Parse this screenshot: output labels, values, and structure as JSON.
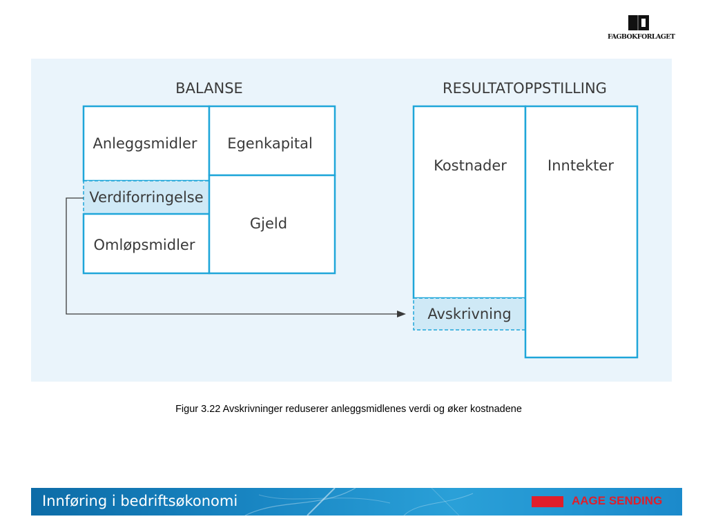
{
  "publisher_logo": {
    "name": "FAGBOKFORLAGET"
  },
  "diagram": {
    "balance": {
      "title": "BALANSE",
      "assets": [
        "Anleggsmidler",
        "Verdiforringelse",
        "Omløpsmidler"
      ],
      "liabilities": [
        "Egenkapital",
        "Gjeld"
      ]
    },
    "income_statement": {
      "title": "RESULTATOPPSTILLING",
      "costs": "Kostnader",
      "depreciation": "Avskrivning",
      "revenues": "Inntekter"
    }
  },
  "caption": "Figur 3.22 Avskrivninger reduserer anleggsmidlenes verdi og øker kostnadene",
  "footer": {
    "title": "Innføring i bedriftsøkonomi",
    "author": "AAGE SENDING"
  },
  "colors": {
    "box_border": "#1fa6d9",
    "diagram_background": "#eaf4fb",
    "highlight_fill": "#cfe9f6",
    "footer_blue": "#1986c3",
    "author_red": "#e01e2b"
  }
}
